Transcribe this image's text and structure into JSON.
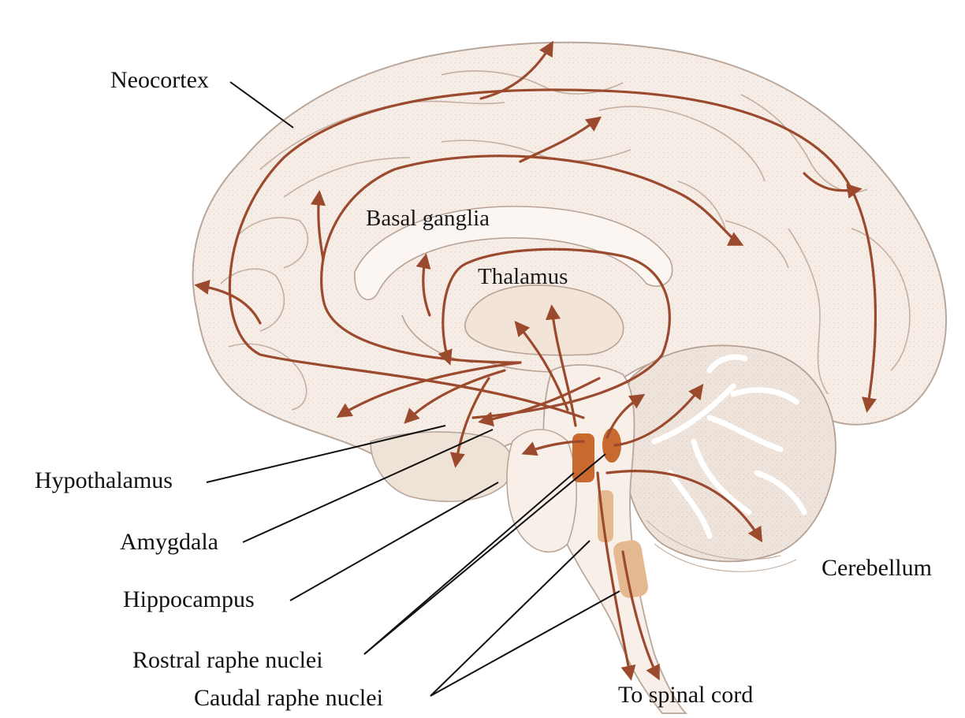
{
  "labels": {
    "neocortex": "Neocortex",
    "basal_ganglia": "Basal ganglia",
    "thalamus": "Thalamus",
    "hypothalamus": "Hypothalamus",
    "amygdala": "Amygdala",
    "hippocampus": "Hippocampus",
    "rostral_raphe": "Rostral raphe nuclei",
    "caudal_raphe": "Caudal raphe nuclei",
    "spinal_cord": "To spinal cord",
    "cerebellum": "Cerebellum"
  },
  "colors": {
    "brain_fill": "#f6ede6",
    "brain_outline": "#b9a79a",
    "projection": "#9c4a2e",
    "rostral_nucleus": "#c8692f",
    "caudal_nucleus": "#e5b98f",
    "cerebellum_white": "#ffffff"
  }
}
